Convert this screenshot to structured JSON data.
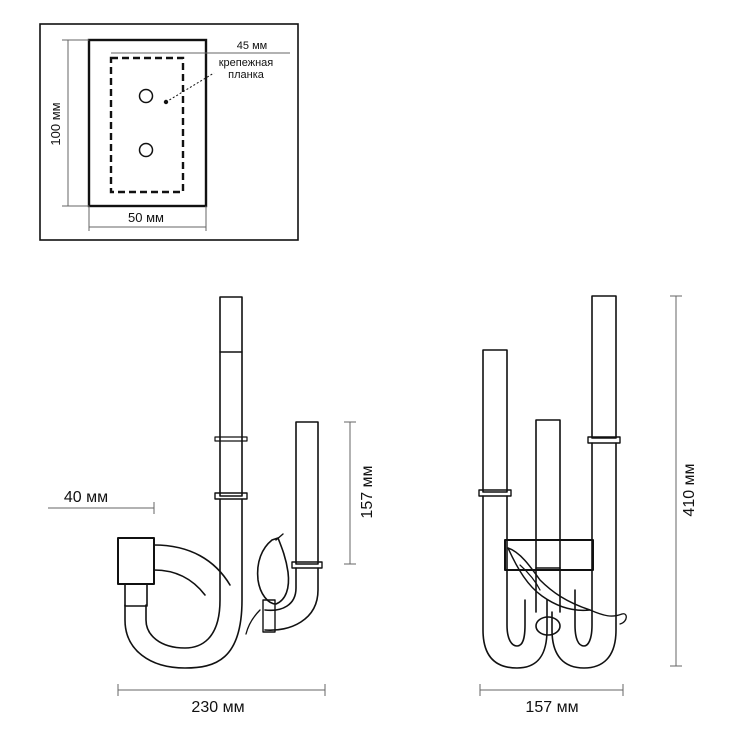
{
  "mount_plate": {
    "bracket_width": "45 мм",
    "bracket_label_line1": "крепежная",
    "bracket_label_line2": "планка",
    "height": "100 мм",
    "width": "50 мм"
  },
  "side_view": {
    "depth": "40 мм",
    "short_arm_height": "157 мм",
    "total_width": "230 мм"
  },
  "front_view": {
    "total_height": "410 мм",
    "total_width": "157 мм"
  }
}
